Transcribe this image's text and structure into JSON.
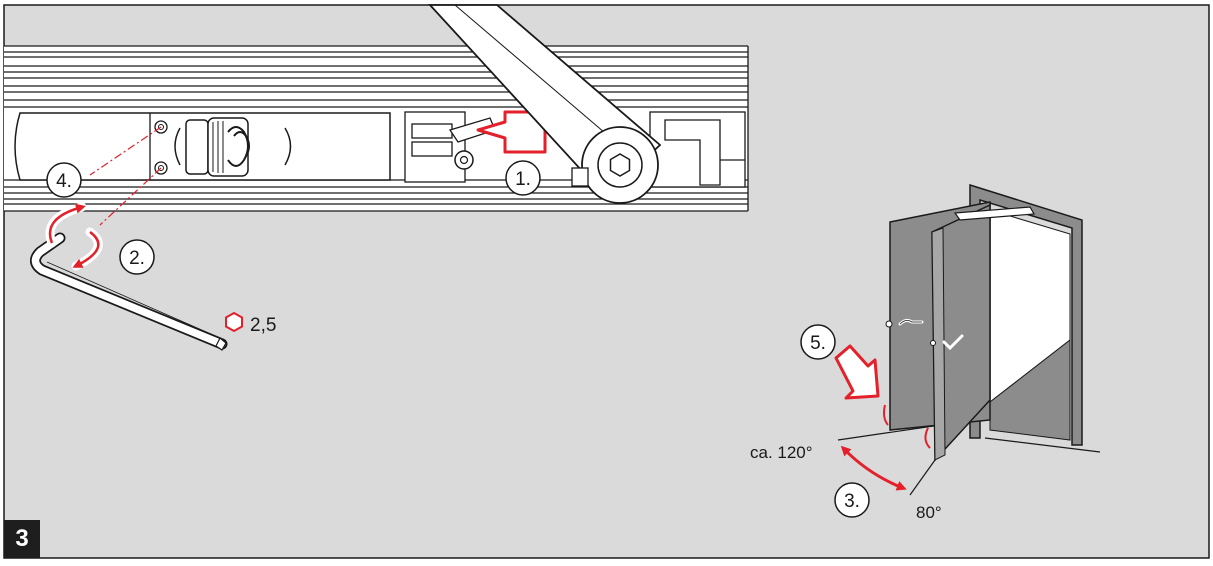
{
  "figure_number": "3",
  "steps": {
    "step1": "1.",
    "step2": "2.",
    "step3": "3.",
    "step4": "4.",
    "step5": "5."
  },
  "hex_key": {
    "size_label": "2,5",
    "icon": "hexagon-icon"
  },
  "angles": {
    "open_angle": "ca. 120°",
    "close_angle": "80°"
  },
  "colors": {
    "background": "#dadada",
    "accent": "#e4202a",
    "line": "#1a1a1a",
    "door_grey": "#8c8c8c",
    "badge": "#1e1e1e"
  }
}
